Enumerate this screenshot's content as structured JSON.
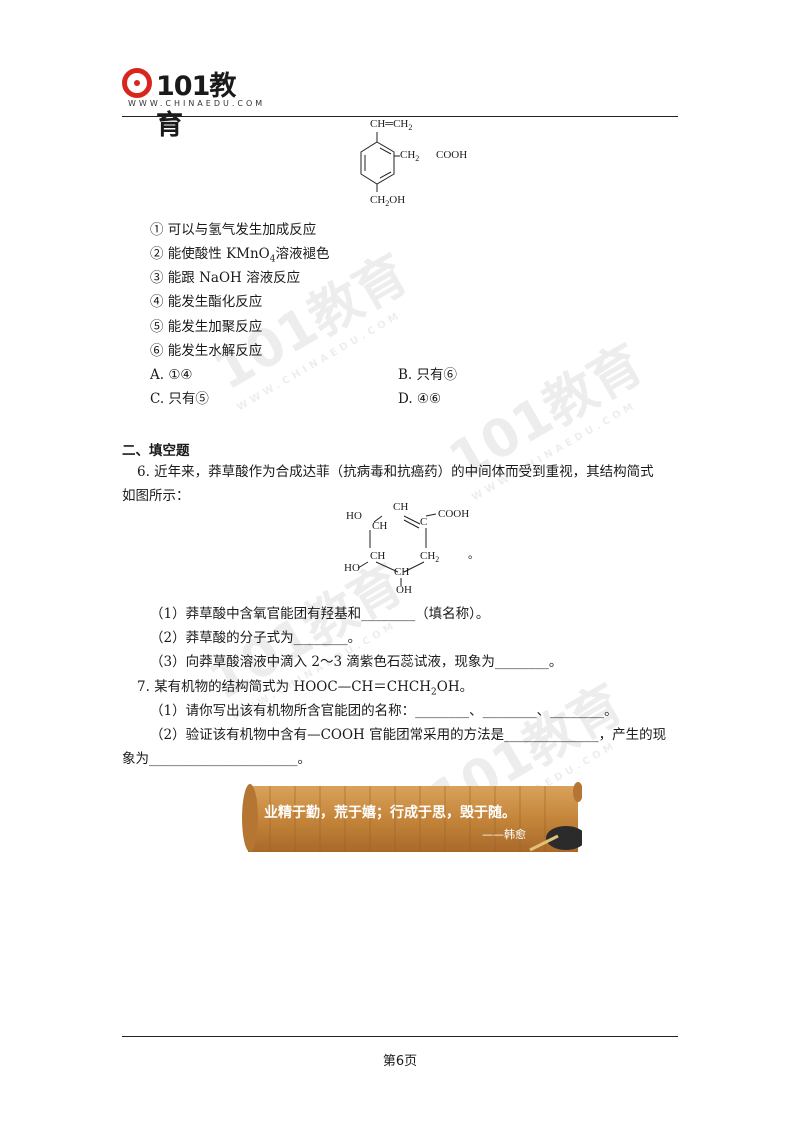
{
  "header": {
    "logo_text": "101教育",
    "logo_url": "WWW.CHINAEDU.COM"
  },
  "structure1": {
    "vinyl": "CH═CH",
    "vinyl_sub": "2",
    "ch2": "CH",
    "ch2_sub": "2",
    "cooh": "COOH",
    "ch2oh": "CH",
    "ch2oh_sub": "2",
    "ch2oh_tail": "OH"
  },
  "options_list": [
    "① 可以与氢气发生加成反应",
    "② 能使酸性 KMnO",
    "③ 能跟 NaOH 溶液反应",
    "④ 能发生酯化反应",
    "⑤ 能发生加聚反应",
    "⑥ 能发生水解反应"
  ],
  "option2_sub": "4",
  "option2_tail": "溶液褪色",
  "choices": {
    "A": "A. ①④",
    "B": "B. 只有⑥",
    "C": "C. 只有⑤",
    "D": "D. ④⑥"
  },
  "section_title": "二、填空题",
  "q6": {
    "line1": "6. 近年来，莽草酸作为合成达菲（抗病毒和抗癌药）的中间体而受到重视，其结构简式",
    "line2": "如图所示：",
    "sub1": "（1）莽草酸中含氧官能团有羟基和________（填名称）。",
    "sub2": "（2）莽草酸的分子式为________。",
    "sub3": "（3）向莽草酸溶液中滴入 2～3 滴紫色石蕊试液，现象为________。"
  },
  "structure2": {
    "ho1": "HO",
    "ch_top": "CH",
    "ch_left": "CH",
    "c_right": "C",
    "cooh": "COOH",
    "ch_lower_left": "CH",
    "ch2": "CH",
    "ch2_sub": "2",
    "ho2": "HO",
    "ch_bottom": "CH",
    "oh": "OH",
    "period": "。"
  },
  "q7": {
    "line1": "7. 某有机物的结构简式为 HOOC—CH＝CHCH",
    "line1_sub": "2",
    "line1_tail": "OH。",
    "sub1": "（1）请你写出该有机物所含官能团的名称：________、________、________。",
    "sub2": "（2）验证该有机物中含有—COOH 官能团常采用的方法是______________，产生的现",
    "sub2b": "象为______________________。"
  },
  "banner": {
    "quote": "业精于勤，荒于嬉；行成于思，毁于随。",
    "author": "——韩愈"
  },
  "footer": {
    "page": "第6页"
  },
  "colors": {
    "logo_red": "#d8261f",
    "banner_wood": "#c9893d"
  }
}
